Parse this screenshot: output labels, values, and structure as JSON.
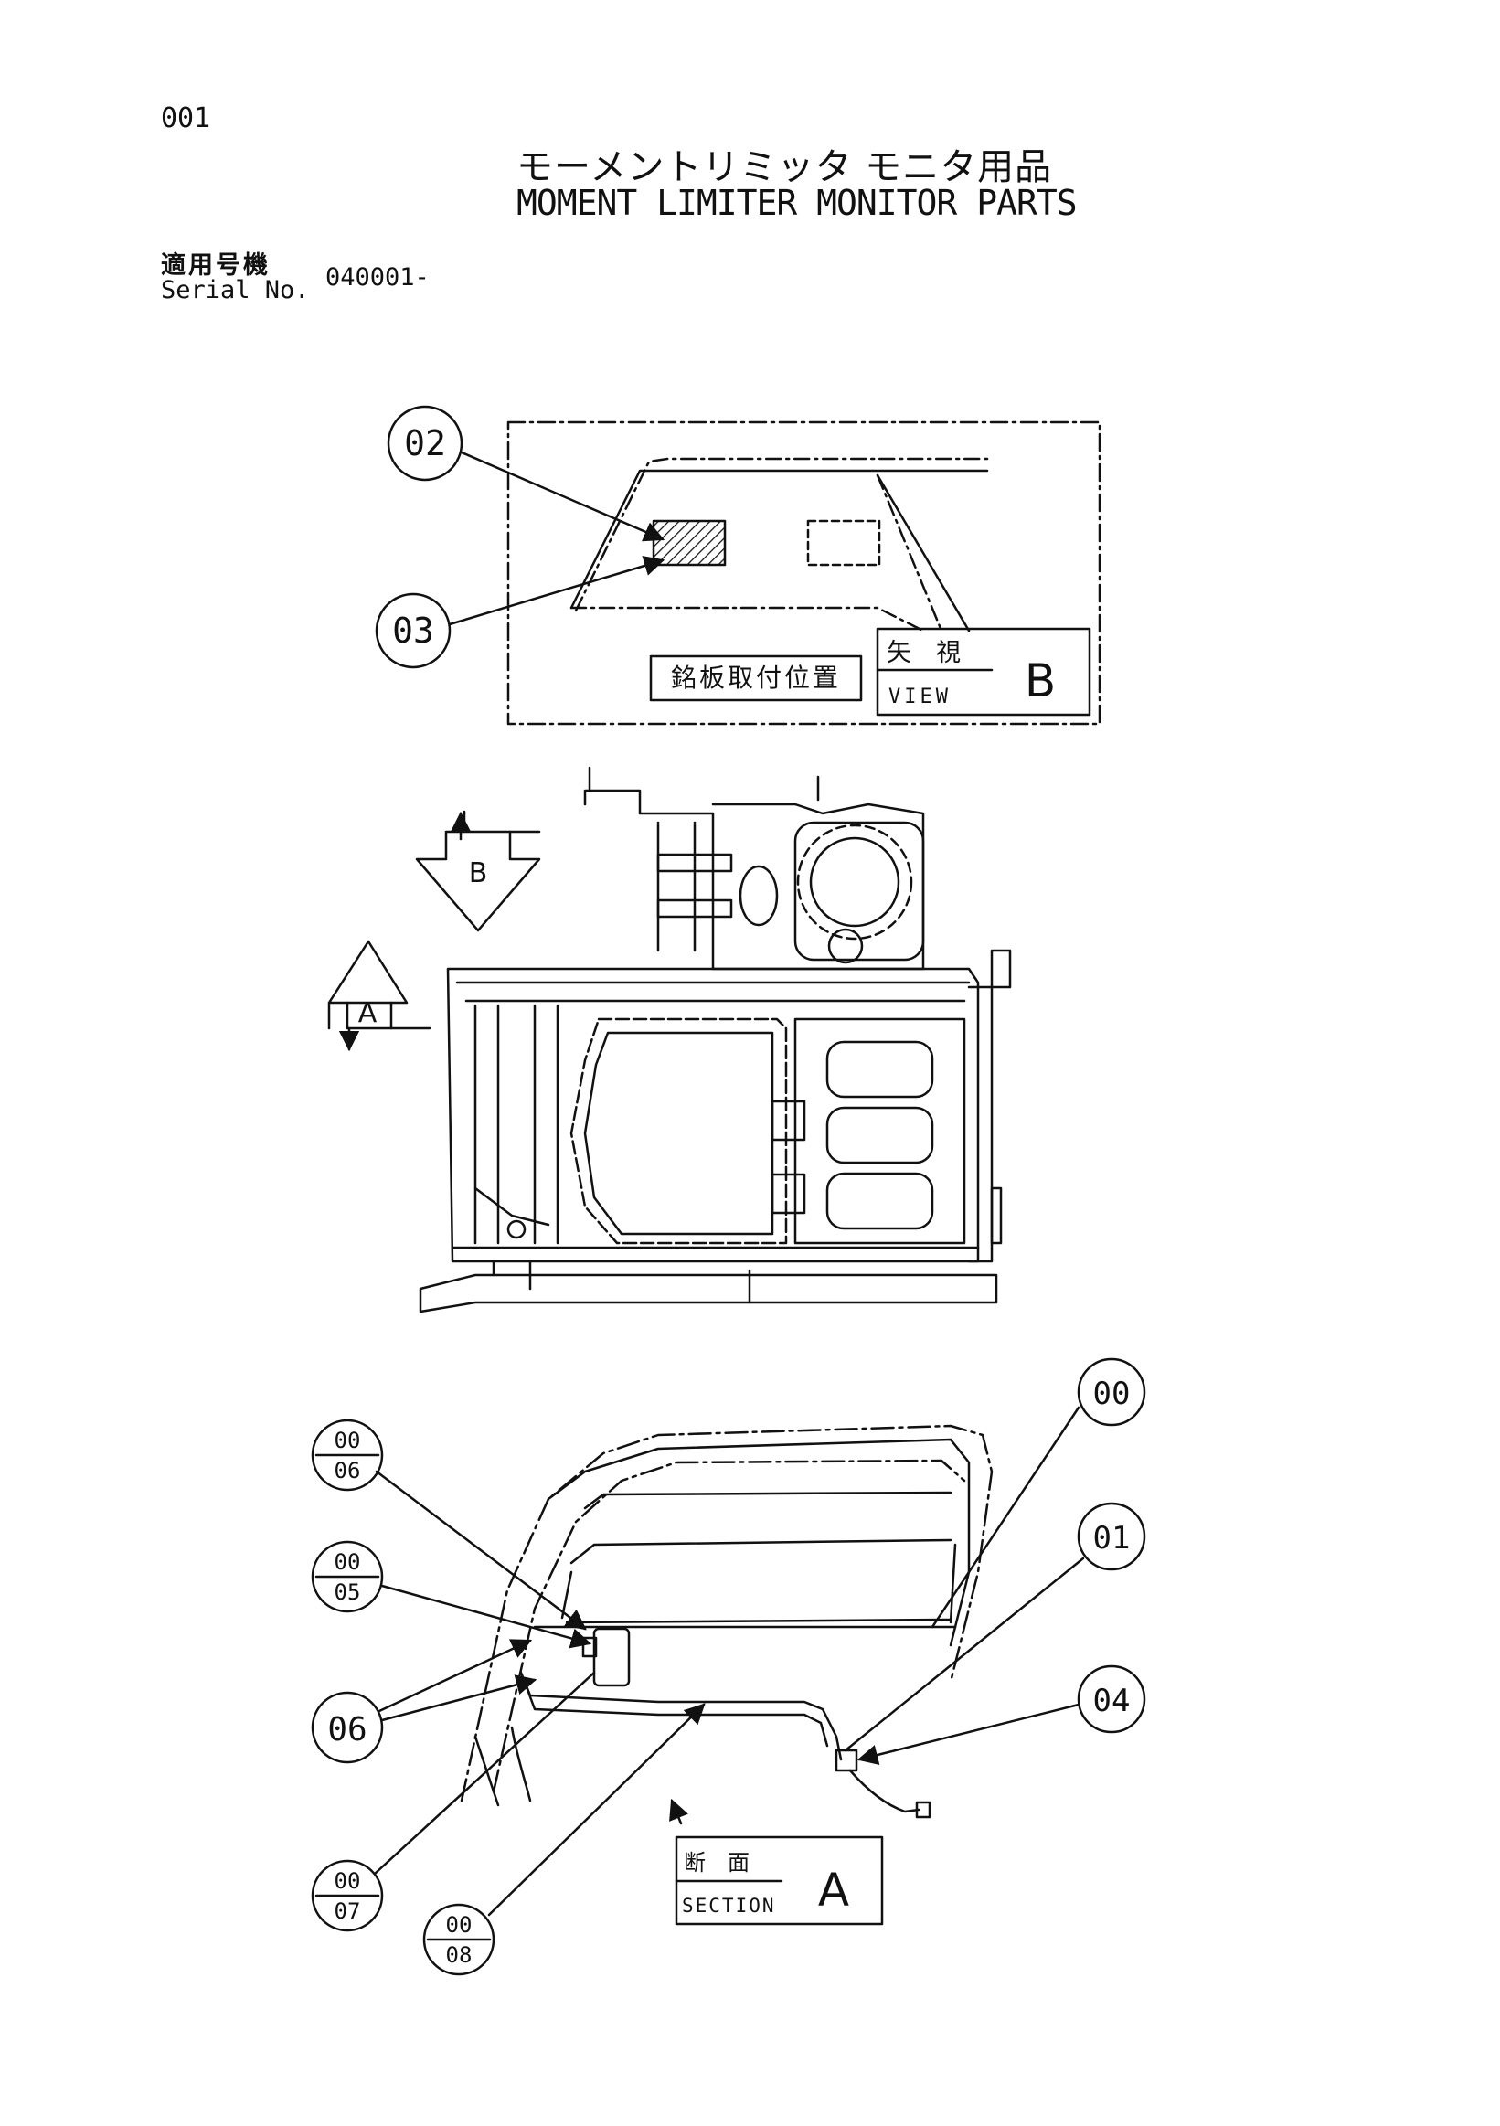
{
  "header": {
    "page_number": "001",
    "title_jp": "モーメントリミッタ モニタ用品",
    "title_en": "MOMENT LIMITER MONITOR PARTS",
    "serial_label_jp": "適用号機",
    "serial_label_en": "Serial No.",
    "serial_value": "040001-"
  },
  "view_b": {
    "plate_label": "銘板取付位置",
    "view_jp": "矢　視",
    "view_en": "VIEW",
    "view_letter": "B",
    "callouts": [
      "02",
      "03"
    ]
  },
  "plan_view": {
    "arrow_b": "B",
    "arrow_a": "A"
  },
  "section_a": {
    "section_jp": "断　面",
    "section_en": "SECTION",
    "section_letter": "A",
    "callouts_single": [
      "00",
      "01",
      "04",
      "06"
    ],
    "callouts_stacked": [
      {
        "top": "00",
        "bottom": "06"
      },
      {
        "top": "00",
        "bottom": "05"
      },
      {
        "top": "00",
        "bottom": "07"
      },
      {
        "top": "00",
        "bottom": "08"
      }
    ]
  }
}
